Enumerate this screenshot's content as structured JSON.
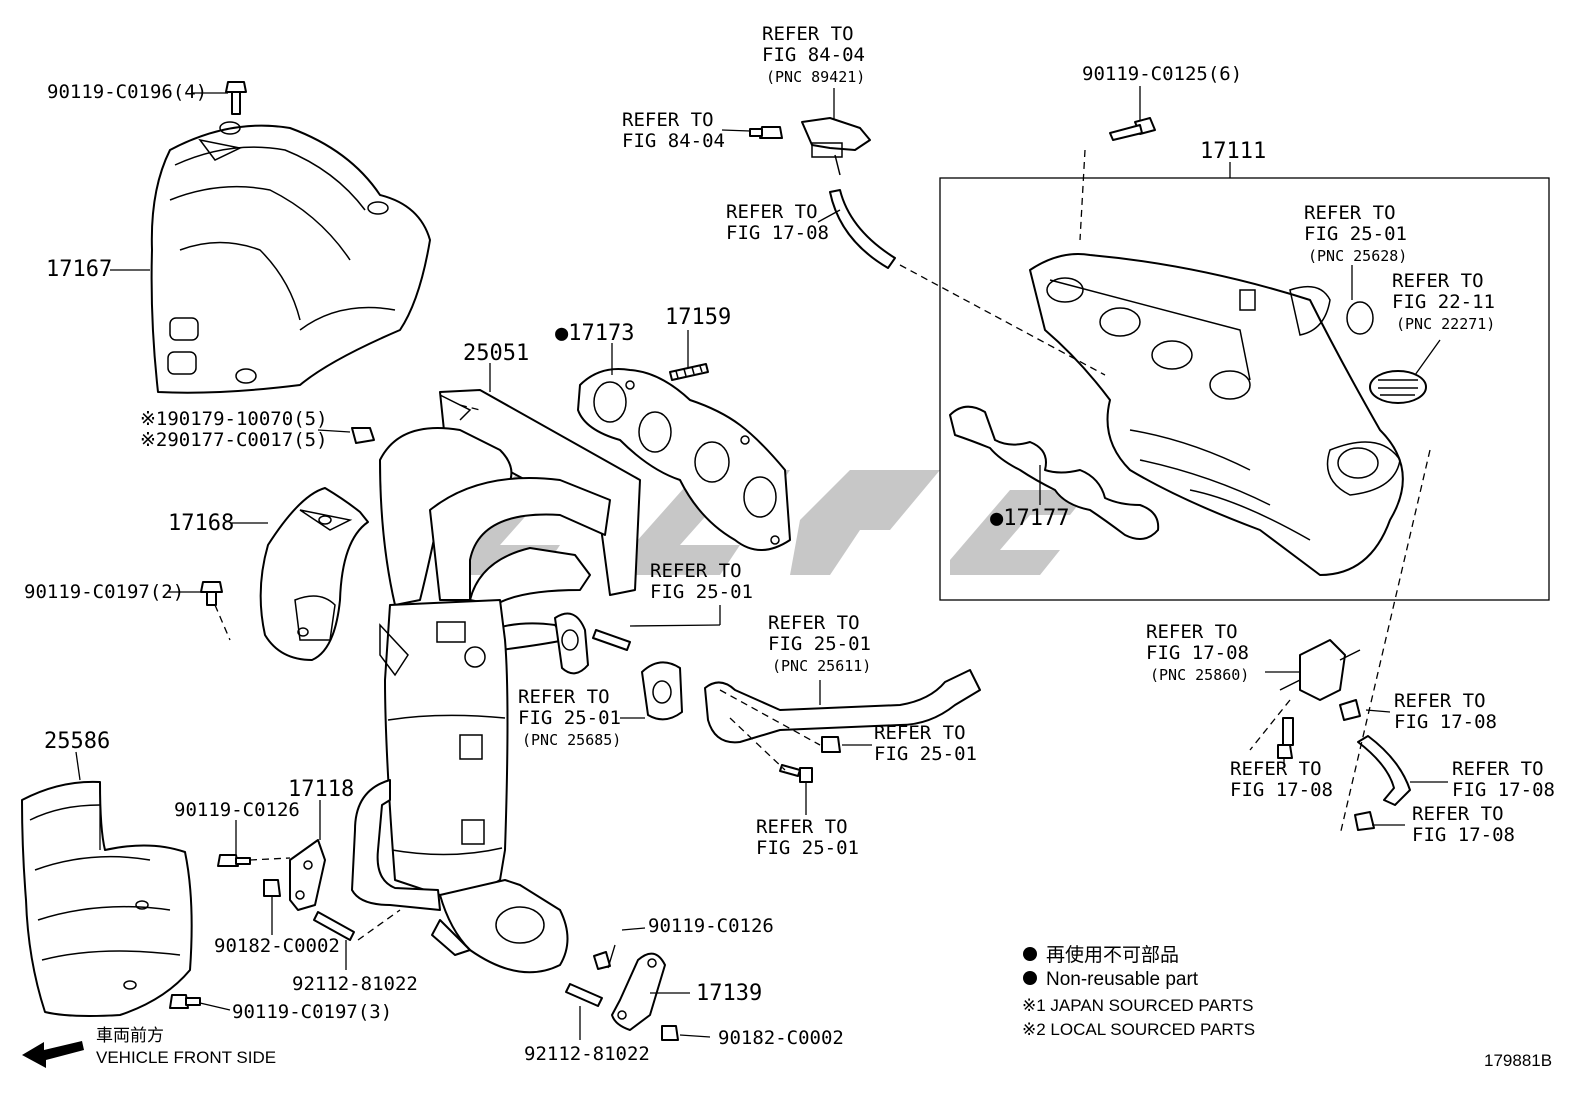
{
  "labels": {
    "p90119_c0196": "90119-C0196(4)",
    "p17167": "17167",
    "s1_90179": "※190179-10070(5)",
    "s2_90177": "※290177-C0017(5)",
    "p17168": "17168",
    "p90119_c0197_2": "90119-C0197(2)",
    "p25586": "25586",
    "p90119_c0126_a": "90119-C0126",
    "p17118": "17118",
    "p90182_c0002_a": "90182-C0002",
    "p92112_81022_a": "92112-81022",
    "p90119_c0197_3": "90119-C0197(3)",
    "p25051": "25051",
    "p17173": "●17173",
    "p17159": "17159",
    "p90119_c0126_b": "90119-C0126",
    "p17139": "17139",
    "p92112_81022_b": "92112-81022",
    "p90182_c0002_b": "90182-C0002",
    "p90119_c0125": "90119-C0125(6)",
    "p17111": "17111",
    "p17177": "●17177"
  },
  "refs": {
    "r1": {
      "l1": "REFER TO",
      "l2": "FIG 84-04",
      "pnc": "(PNC 89421)"
    },
    "r2": {
      "l1": "REFER TO",
      "l2": "FIG 84-04"
    },
    "r3": {
      "l1": "REFER TO",
      "l2": "FIG 17-08"
    },
    "r4": {
      "l1": "REFER TO",
      "l2": "FIG 25-01",
      "pnc": "(PNC 25628)"
    },
    "r5": {
      "l1": "REFER TO",
      "l2": "FIG 22-11",
      "pnc": "(PNC 22271)"
    },
    "r6": {
      "l1": "REFER TO",
      "l2": "FIG 25-01"
    },
    "r7": {
      "l1": "REFER TO",
      "l2": "FIG 25-01",
      "pnc": "(PNC 25611)"
    },
    "r8": {
      "l1": "REFER TO",
      "l2": "FIG 25-01",
      "pnc": "(PNC 25685)"
    },
    "r9": {
      "l1": "REFER TO",
      "l2": "FIG 25-01"
    },
    "r10": {
      "l1": "REFER TO",
      "l2": "FIG 25-01"
    },
    "r11": {
      "l1": "REFER TO",
      "l2": "FIG 17-08",
      "pnc": "(PNC 25860)"
    },
    "r12": {
      "l1": "REFER TO",
      "l2": "FIG 17-08"
    },
    "r13": {
      "l1": "REFER TO",
      "l2": "FIG 17-08"
    },
    "r14": {
      "l1": "REFER TO",
      "l2": "FIG 17-08"
    },
    "r15": {
      "l1": "REFER TO",
      "l2": "FIG 17-08"
    }
  },
  "legend": {
    "jp_nonreusable": "再使用不可部品",
    "nonreusable": "Non-reusable part",
    "japan_sourced": "※1 JAPAN SOURCED PARTS",
    "local_sourced": "※2 LOCAL SOURCED PARTS"
  },
  "footer": {
    "jp_front": "車両前方",
    "front_side": "VEHICLE FRONT SIDE",
    "figure_id": "179881B"
  },
  "icons": {
    "bullet": "filled-circle",
    "arrow": "left-arrow"
  }
}
